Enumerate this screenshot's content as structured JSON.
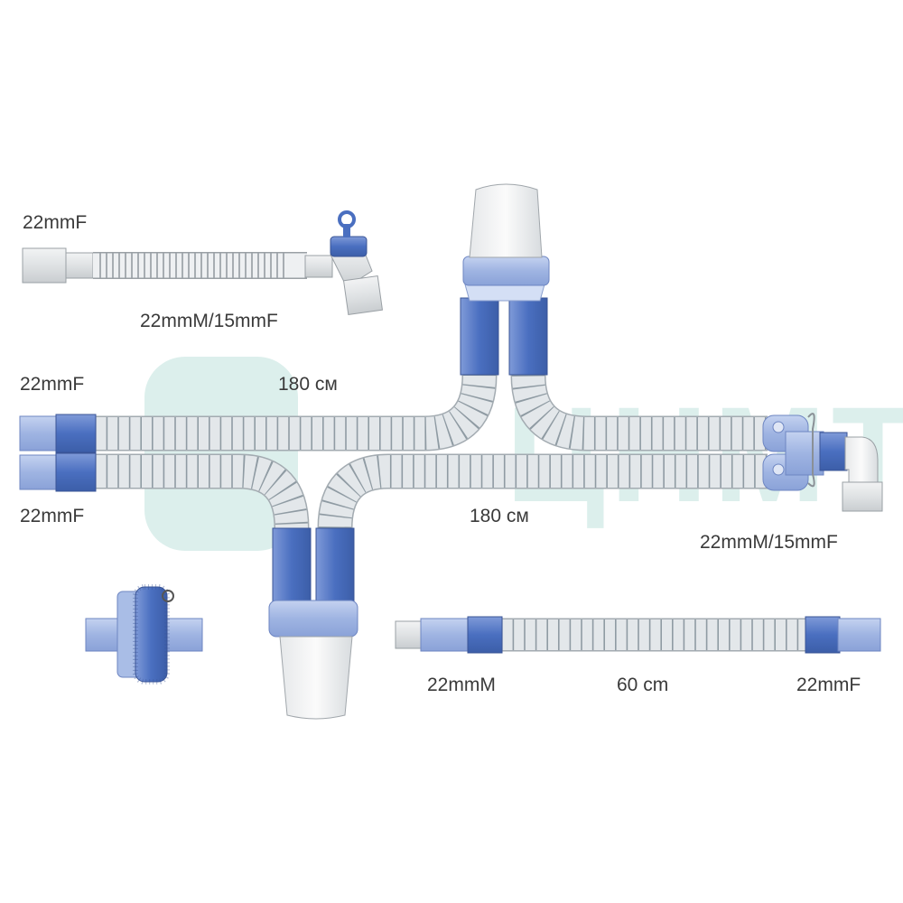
{
  "watermark": {
    "text": "ЦНМТ",
    "color": "#dcefec"
  },
  "colors": {
    "blue_dark": "#4a6fc0",
    "blue_light": "#a9bde6",
    "tube": "#e3e7ea",
    "ring": "#8f9ba3"
  },
  "labels": {
    "catheter_mount_left": "22mmF",
    "catheter_mount_right": "22mmM/15mmF",
    "limb1_left": "22mmF",
    "limb1_length": "180 см",
    "limb2_left": "22mmF",
    "limb2_length": "180 см",
    "wye_right": "22mmM/15mmF",
    "extension_left": "22mmM",
    "extension_length": "60 cm",
    "extension_right": "22mmF"
  }
}
